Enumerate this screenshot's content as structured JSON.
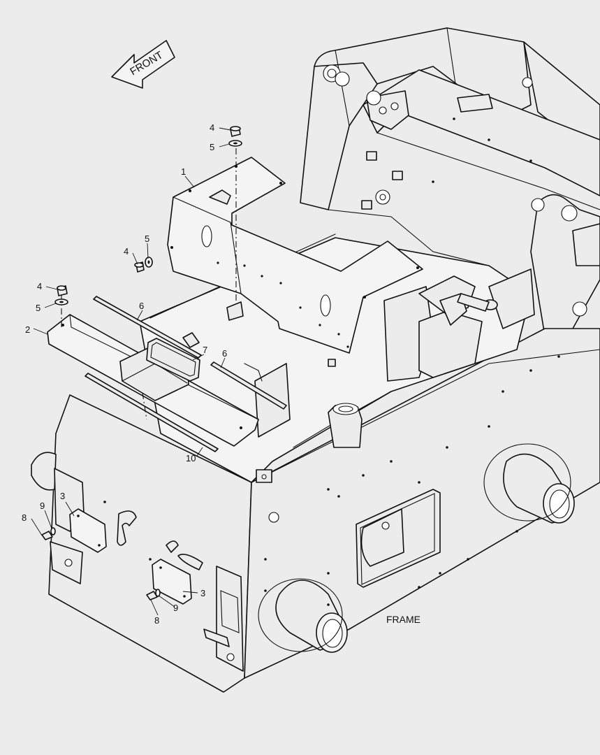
{
  "diagram": {
    "caption": "FRAME",
    "direction_label": "FRONT",
    "callouts": [
      {
        "id": "c1",
        "label": "1"
      },
      {
        "id": "c2",
        "label": "2"
      },
      {
        "id": "c3a",
        "label": "3"
      },
      {
        "id": "c3b",
        "label": "3"
      },
      {
        "id": "c4a",
        "label": "4"
      },
      {
        "id": "c4b",
        "label": "4"
      },
      {
        "id": "c4c",
        "label": "4"
      },
      {
        "id": "c5a",
        "label": "5"
      },
      {
        "id": "c5b",
        "label": "5"
      },
      {
        "id": "c5c",
        "label": "5"
      },
      {
        "id": "c6a",
        "label": "6"
      },
      {
        "id": "c6b",
        "label": "6"
      },
      {
        "id": "c7",
        "label": "7"
      },
      {
        "id": "c8a",
        "label": "8"
      },
      {
        "id": "c8b",
        "label": "8"
      },
      {
        "id": "c9a",
        "label": "9"
      },
      {
        "id": "c9b",
        "label": "9"
      },
      {
        "id": "c10",
        "label": "10"
      }
    ]
  }
}
